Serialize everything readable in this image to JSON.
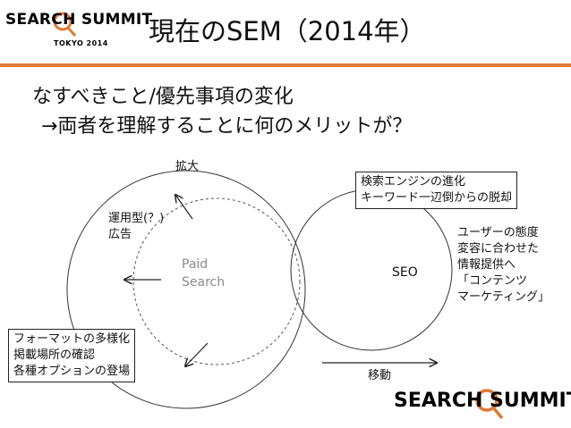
{
  "header": {
    "logo_text": "SEARCH SUMMIT",
    "logo_sub": "TOKYO 2014",
    "title": "現在のSEM（2014年）"
  },
  "content": {
    "line1": "なすべきこと/優先事項の変化",
    "line2": "→両者を理解することに何のメリットが？"
  },
  "diagram": {
    "label_expand": "拡大",
    "label_ops": "運用型(？)\n広告",
    "label_paid": "Paid\nSearch",
    "label_seo": "SEO",
    "label_move": "移動",
    "box_search_engine": "検索エンジンの進化\nキーワード一辺倒からの脱却",
    "box_format": "フォーマットの多様化\n掲載場所の確認\n各種オプションの登場",
    "note_user": "ユーザーの態度\n変容に合わせた\n情報提供へ\n「コンテンツ\nマーケティング」"
  },
  "footer": {
    "logo_text": "SEARCH SUMMIT"
  },
  "colors": {
    "accent": "#e07838",
    "paid_text": "#8a8a8a"
  }
}
